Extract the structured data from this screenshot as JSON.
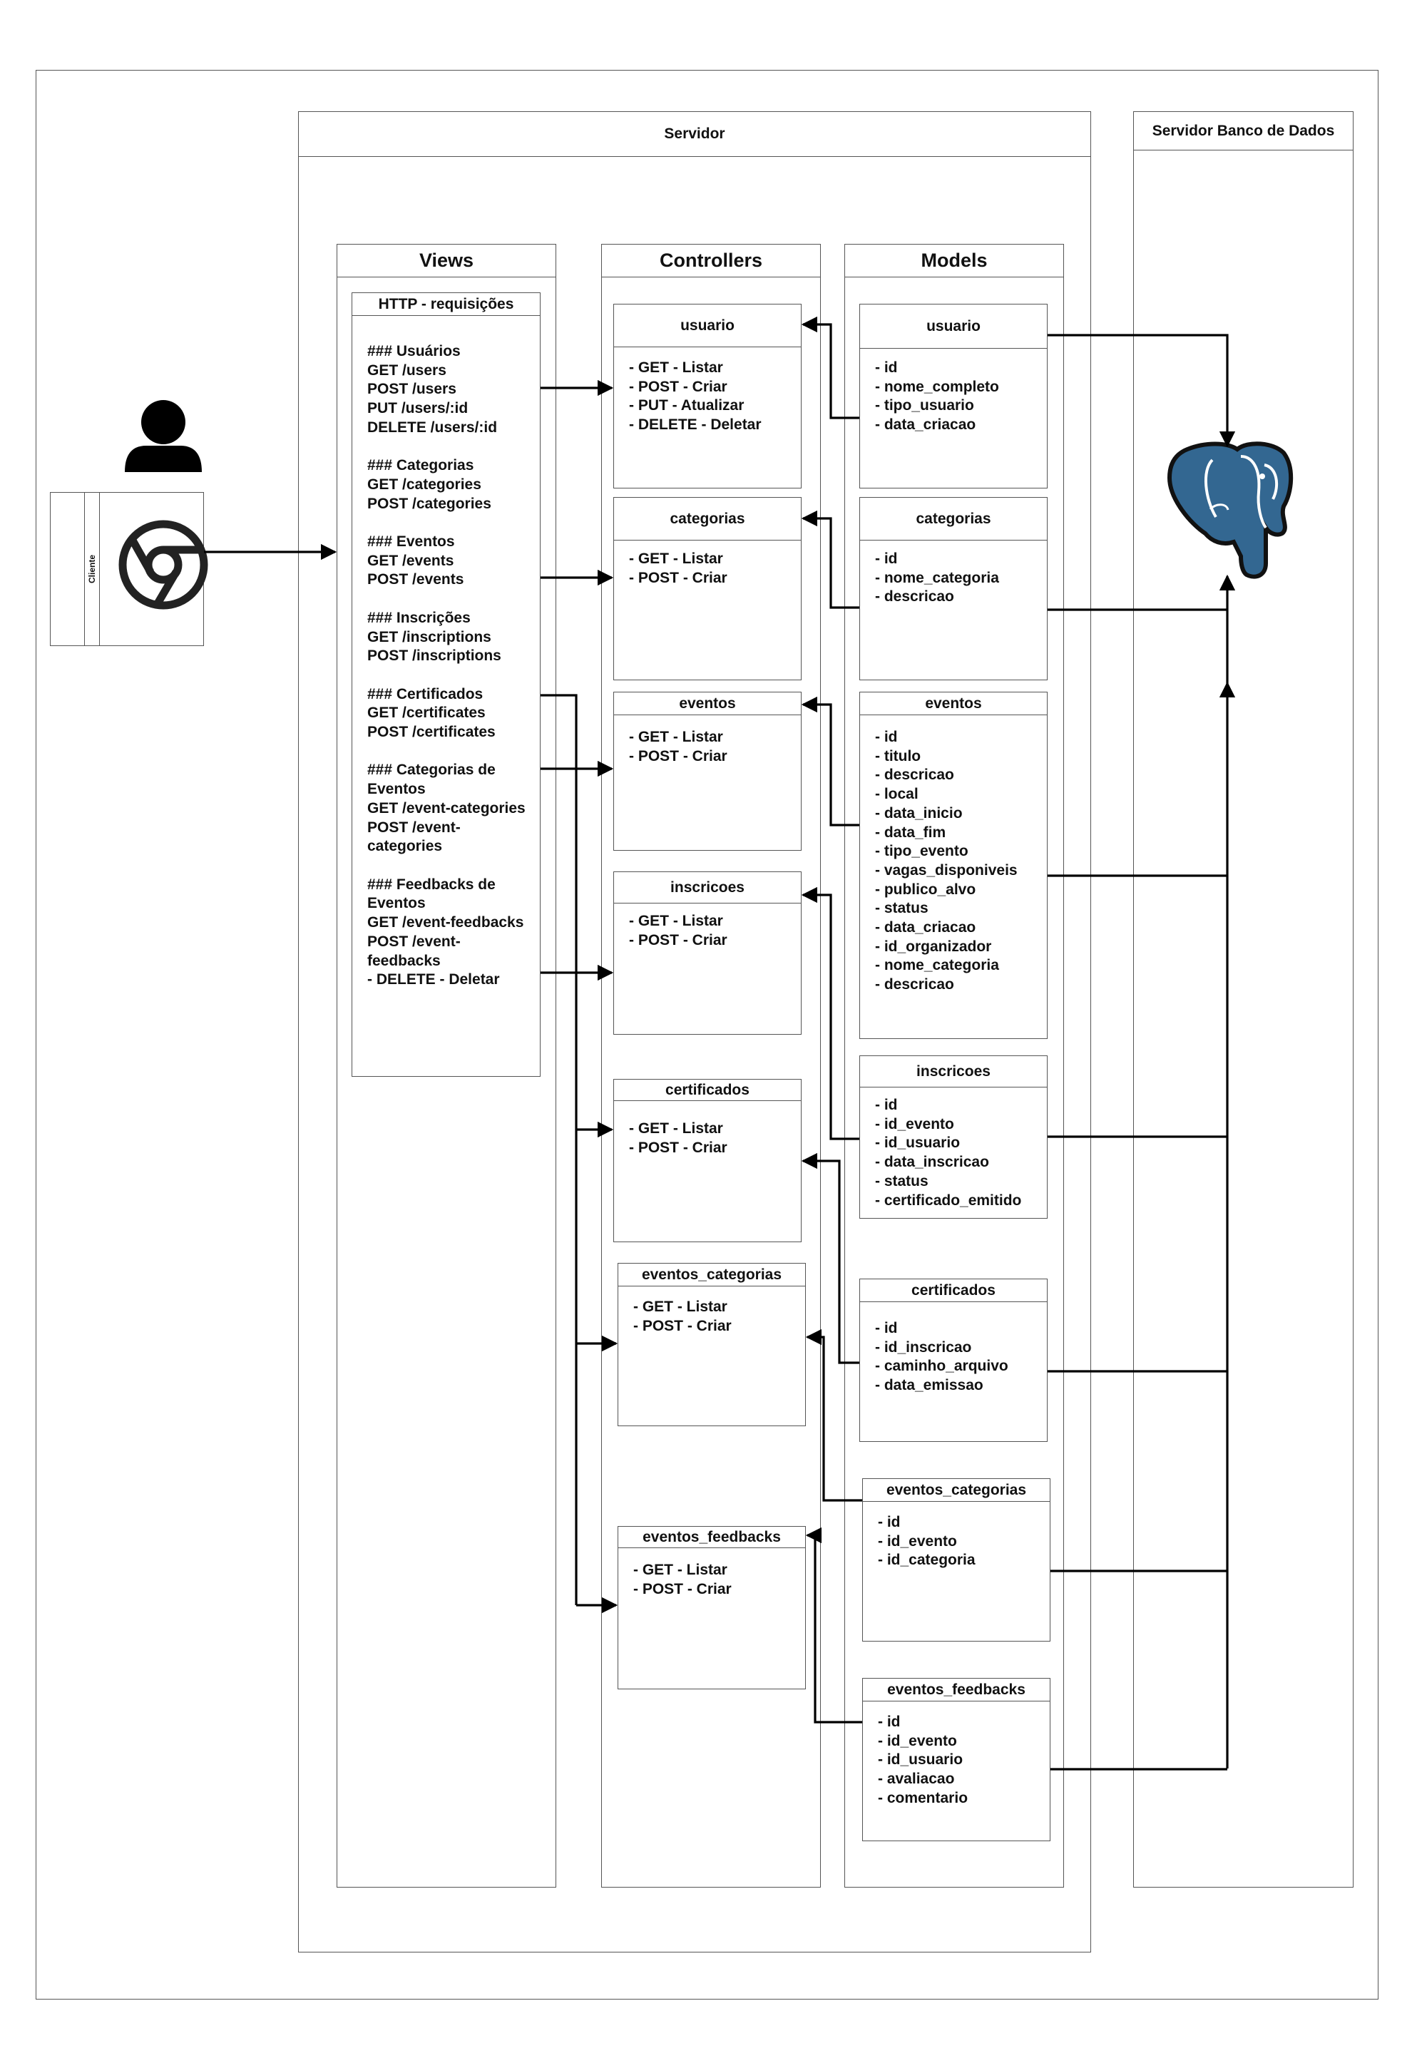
{
  "server": {
    "title": "Servidor"
  },
  "db_server": {
    "title": "Servidor Banco de Dados"
  },
  "client": {
    "label": "Cliente"
  },
  "columns": {
    "views": "Views",
    "controllers": "Controllers",
    "models": "Models"
  },
  "views": {
    "http_box": {
      "title": "HTTP - requisições",
      "lines": [
        "### Usuários",
        "GET /users",
        "POST /users",
        "PUT /users/:id",
        "DELETE /users/:id",
        "",
        "### Categorias",
        "GET /categories",
        "POST /categories",
        "",
        "### Eventos",
        "GET /events",
        "POST /events",
        "",
        "### Inscrições",
        "GET /inscriptions",
        "POST /inscriptions",
        "",
        "### Certificados",
        "GET /certificates",
        "POST /certificates",
        "",
        "### Categorias de",
        "Eventos",
        "GET /event-categories",
        "POST /event-",
        "categories",
        "",
        "### Feedbacks de",
        "Eventos",
        "GET /event-feedbacks",
        "POST /event-",
        "feedbacks",
        "- DELETE - Deletar"
      ]
    }
  },
  "controllers": [
    {
      "name": "usuario",
      "items": [
        "- GET - Listar",
        "- POST - Criar",
        "- PUT - Atualizar",
        "- DELETE - Deletar"
      ]
    },
    {
      "name": "categorias",
      "items": [
        "- GET - Listar",
        "- POST - Criar"
      ]
    },
    {
      "name": "eventos",
      "items": [
        "- GET - Listar",
        "- POST - Criar"
      ]
    },
    {
      "name": "inscricoes",
      "items": [
        "- GET - Listar",
        "- POST - Criar"
      ]
    },
    {
      "name": "certificados",
      "items": [
        "- GET - Listar",
        "- POST - Criar"
      ]
    },
    {
      "name": "eventos_categorias",
      "items": [
        "- GET - Listar",
        "- POST - Criar"
      ]
    },
    {
      "name": "eventos_feedbacks",
      "items": [
        "- GET - Listar",
        "- POST - Criar"
      ]
    }
  ],
  "models": [
    {
      "name": "usuario",
      "fields": [
        "- id",
        "- nome_completo",
        "- tipo_usuario",
        "- data_criacao"
      ]
    },
    {
      "name": "categorias",
      "fields": [
        "- id",
        "- nome_categoria",
        "- descricao"
      ]
    },
    {
      "name": "eventos",
      "fields": [
        "- id",
        "- titulo",
        "- descricao",
        "- local",
        "- data_inicio",
        "- data_fim",
        "- tipo_evento",
        "- vagas_disponiveis",
        "- publico_alvo",
        "- status",
        "- data_criacao",
        "- id_organizador",
        "- nome_categoria",
        "- descricao"
      ]
    },
    {
      "name": "inscricoes",
      "fields": [
        "- id",
        "- id_evento",
        "- id_usuario",
        "- data_inscricao",
        "- status",
        "- certificado_emitido"
      ]
    },
    {
      "name": "certificados",
      "fields": [
        "- id",
        "- id_inscricao",
        "- caminho_arquivo",
        "- data_emissao"
      ]
    },
    {
      "name": "eventos_categorias",
      "fields": [
        "- id",
        "- id_evento",
        "- id_categoria"
      ]
    },
    {
      "name": "eventos_feedbacks",
      "fields": [
        "- id",
        "- id_evento",
        "- id_usuario",
        "- avaliacao",
        "- comentario"
      ]
    }
  ],
  "icons": {
    "user": "user-icon",
    "browser": "chrome-browser-icon",
    "database": "postgresql-elephant-icon"
  },
  "colors": {
    "line": "#000000",
    "border": "#555555",
    "postgres_blue": "#336791"
  }
}
